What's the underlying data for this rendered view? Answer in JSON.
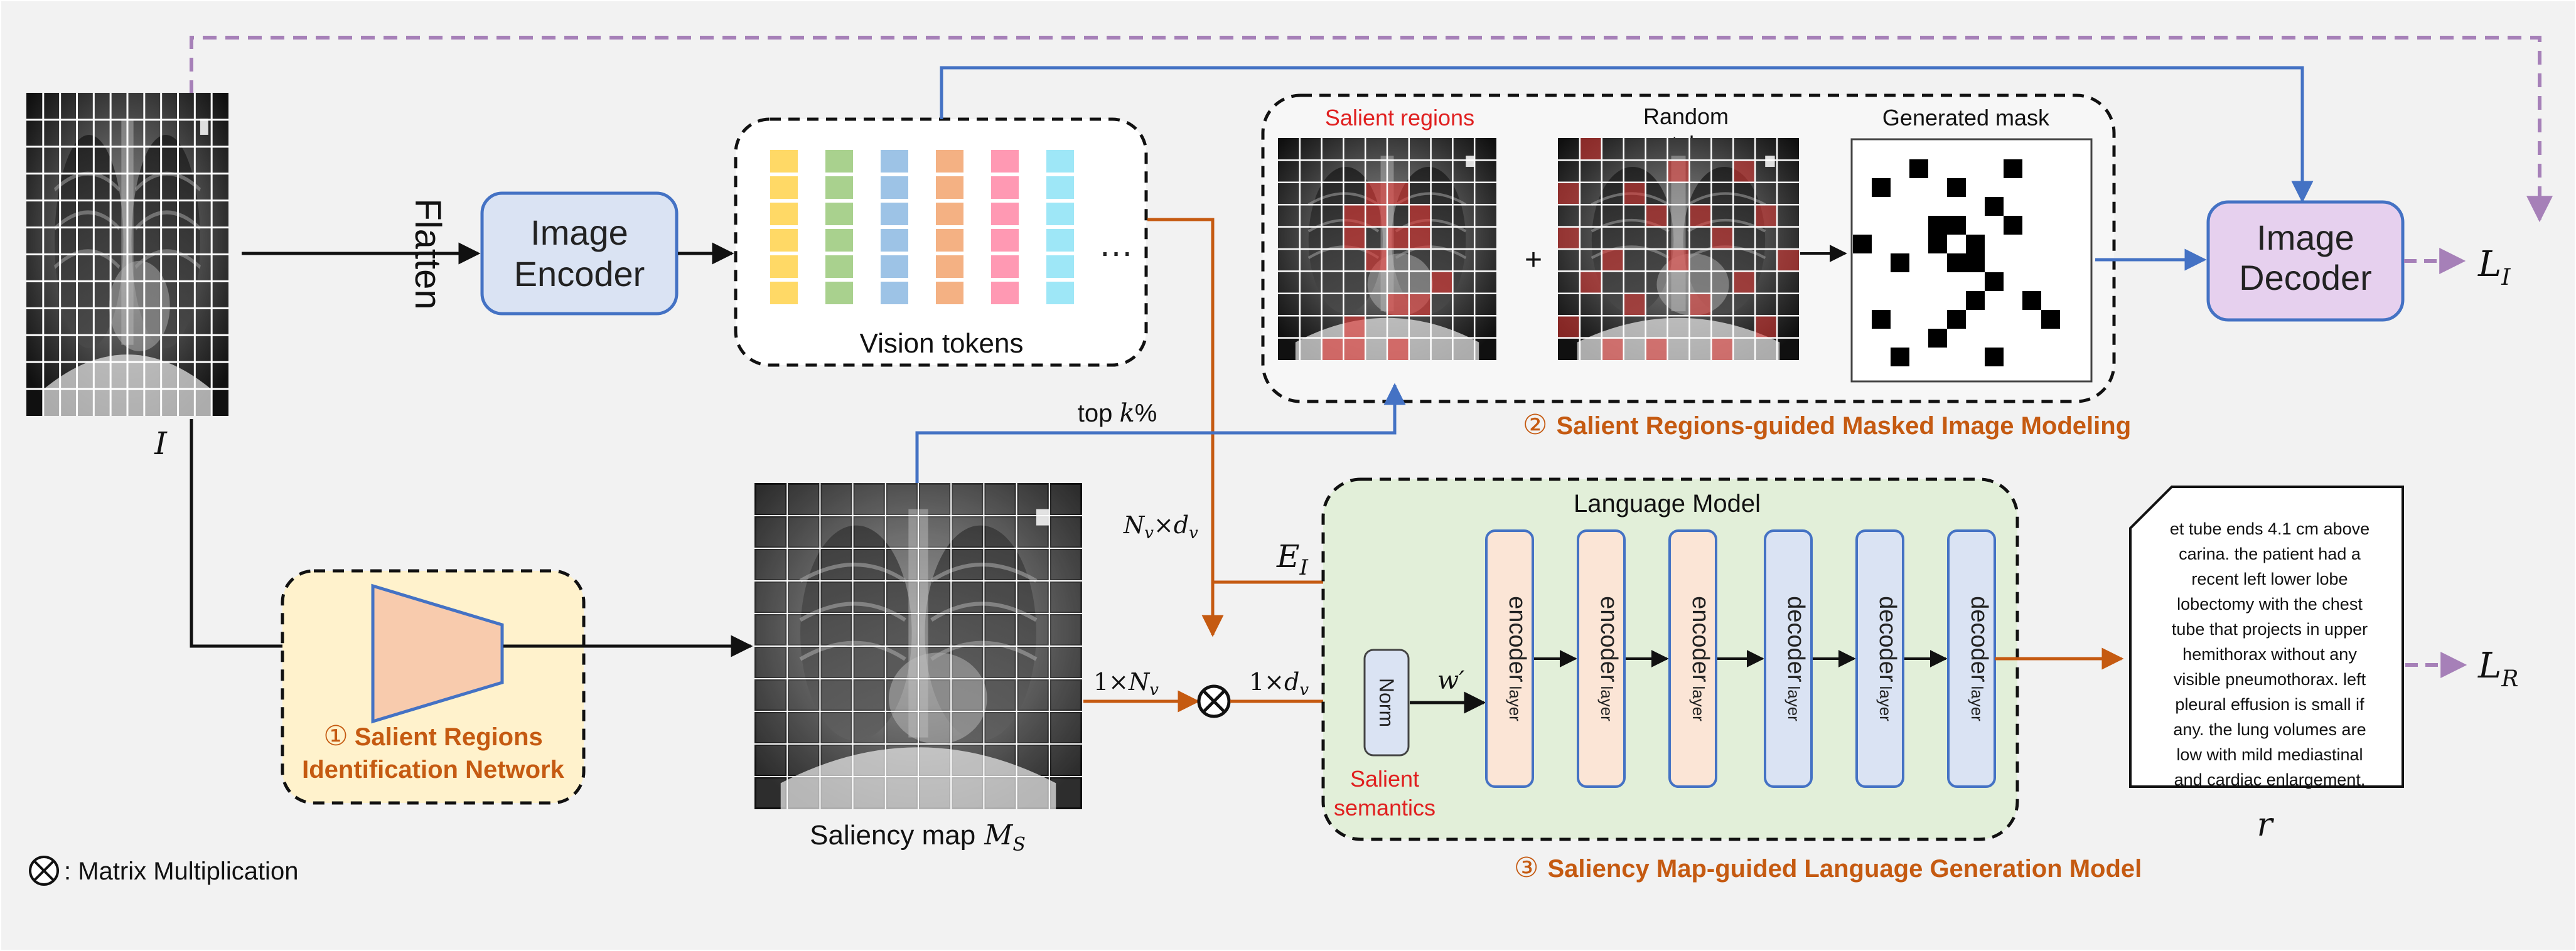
{
  "image_encoder": {
    "line1": "Image",
    "line2": "Encoder"
  },
  "image_decoder": {
    "line1": "Image",
    "line2": "Decoder"
  },
  "flatten_label": "Flatten",
  "input_image_label": "I",
  "vision_tokens_label": "Vision tokens",
  "ellipsis": "…",
  "mim_panel": {
    "salient_regions_label": "Salient regions",
    "random_patches_line1": "Random",
    "random_patches_line2": "patches",
    "generated_mask_label": "Generated mask",
    "plus": "+"
  },
  "topk_label": {
    "prefix": "top ",
    "var": "k",
    "suffix": "%"
  },
  "dims": {
    "nv_dv": {
      "a": "N",
      "a_sub": "v",
      "x": "×",
      "b": "d",
      "b_sub": "v"
    },
    "one_nv": {
      "a": "1×",
      "b": "N",
      "b_sub": "v"
    },
    "one_dv": {
      "a": "1×",
      "b": "d",
      "b_sub": "v"
    },
    "ei": {
      "a": "E",
      "a_sub": "I"
    },
    "w_prime": "w′"
  },
  "saliency_map_label": "Saliency map",
  "saliency_map_var": {
    "a": "M",
    "a_sub": "S"
  },
  "module1": {
    "number": "①",
    "line1": "Salient Regions",
    "line2": "Identification Network"
  },
  "module2": {
    "number": "②",
    "text": "Salient Regions-guided Masked Image Modeling"
  },
  "module3": {
    "number": "③",
    "text": "Saliency Map-guided Language Generation Model"
  },
  "language_model": {
    "title": "Language Model",
    "norm": "Norm",
    "salient_semantics_line1": "Salient",
    "salient_semantics_line2": "semantics",
    "layers": [
      {
        "label": "encoder",
        "suffix": "layer"
      },
      {
        "label": "encoder",
        "suffix": "layer"
      },
      {
        "label": "encoder",
        "suffix": "layer"
      },
      {
        "label": "decoder",
        "suffix": "layer"
      },
      {
        "label": "decoder",
        "suffix": "layer"
      },
      {
        "label": "decoder",
        "suffix": "layer"
      }
    ]
  },
  "report": {
    "lines": [
      "et tube ends 4.1 cm above",
      "carina. the patient had a",
      "recent left lower lobe",
      "lobectomy with the chest",
      "tube that projects in upper",
      "hemithorax without any",
      "visible pneumothorax. left",
      "pleural effusion is small if",
      "any. the lung volumes are",
      "low with mild mediastinal",
      "and cardiac enlargement."
    ],
    "var": "r"
  },
  "losses": {
    "image": {
      "a": "L",
      "a_sub": "I"
    },
    "report": {
      "a": "L",
      "a_sub": "R"
    }
  },
  "legend": {
    "symbol": "⊗",
    "text": ": Matrix Multiplication"
  },
  "colors": {
    "orange": "#c55a11",
    "blue": "#4472c4",
    "purple_dash": "#a680b8",
    "encoder_fill": "#dae3f3",
    "decoder_fill": "#e6d0ee",
    "srin_fill": "#fff2cc",
    "lm_fill": "#e2efd9",
    "red_text": "#e02020"
  }
}
